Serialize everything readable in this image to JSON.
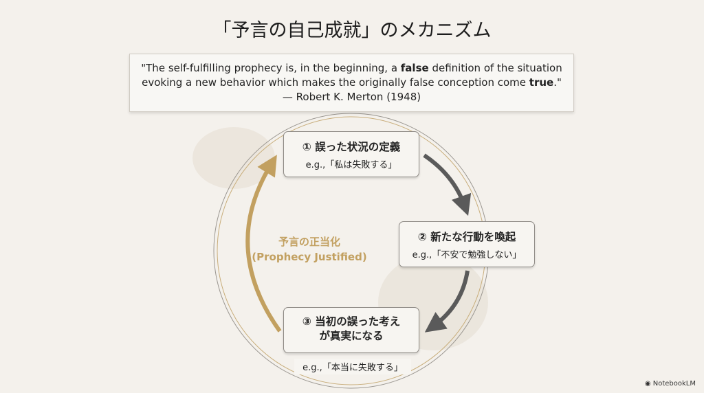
{
  "title": "「予言の自己成就」のメカニズム",
  "quote": {
    "line1_pre": "\"The self-fulfilling prophecy is, in the beginning, a ",
    "line1_bold": "false",
    "line1_post": " definition of the situation",
    "line2_pre": "evoking a new behavior which makes the originally false conception come ",
    "line2_bold": "true",
    "line2_post": ".\"",
    "attribution": "— Robert K. Merton (1948)"
  },
  "steps": [
    {
      "heading": "① 誤った状況の定義",
      "example": "e.g.,「私は失敗する」"
    },
    {
      "heading": "② 新たな行動を喚起",
      "example": "e.g.,「不安で勉強しない」"
    },
    {
      "heading": "③ 当初の誤った考えが真実になる",
      "example": "e.g.,「本当に失敗する」"
    }
  ],
  "feedback": {
    "line1": "予言の正当化",
    "line2": "(Prophecy Justified)"
  },
  "brand": "NotebookLM",
  "colors": {
    "gold": "#c2a060",
    "gray_arrow": "#5a5a5a"
  }
}
